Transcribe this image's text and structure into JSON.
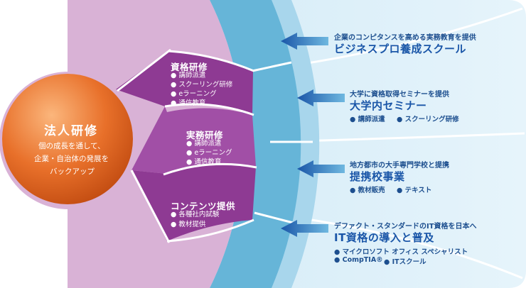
{
  "center": {
    "title": "法人研修",
    "lines": [
      "個の成長を通して、",
      "企業・自治体の発展を",
      "バックアップ"
    ]
  },
  "segments": [
    {
      "title": "資格研修",
      "items": [
        "講師派遣",
        "スクーリング研修",
        "eラーニング",
        "通信教育"
      ]
    },
    {
      "title": "実務研修",
      "items": [
        "講師派遣",
        "eラーニング",
        "通信教育"
      ]
    },
    {
      "title": "コンテンツ提供",
      "items": [
        "各種社内試験",
        "教材提供"
      ]
    }
  ],
  "services": [
    {
      "small": "企業のコンピタンスを高める実務教育を提供",
      "big": "ビジネスプロ養成スクール",
      "items": []
    },
    {
      "small": "大学に資格取得セミナーを提供",
      "big": "大学内セミナー",
      "items": [
        "講師派遣",
        "スクーリング研修"
      ]
    },
    {
      "small": "地方都市の大手専門学校と提携",
      "big": "提携校事業",
      "items": [
        "教材販売",
        "テキスト"
      ]
    },
    {
      "small": "デファクト・スタンダードのIT資格を日本へ",
      "big": "IT資格の導入と普及",
      "items": [
        "マイクロソフト オフィス スペシャリスト",
        "CompTIA®",
        "ITスクール"
      ]
    }
  ],
  "colors": {
    "background_purple": "#d9b2d6",
    "segment_purple": "#8e3a93",
    "arc_blue": "#66b5d8",
    "light_blue": "#d7eef8",
    "orb_orange": "#e8702a",
    "text_blue": "#1a56a8"
  }
}
